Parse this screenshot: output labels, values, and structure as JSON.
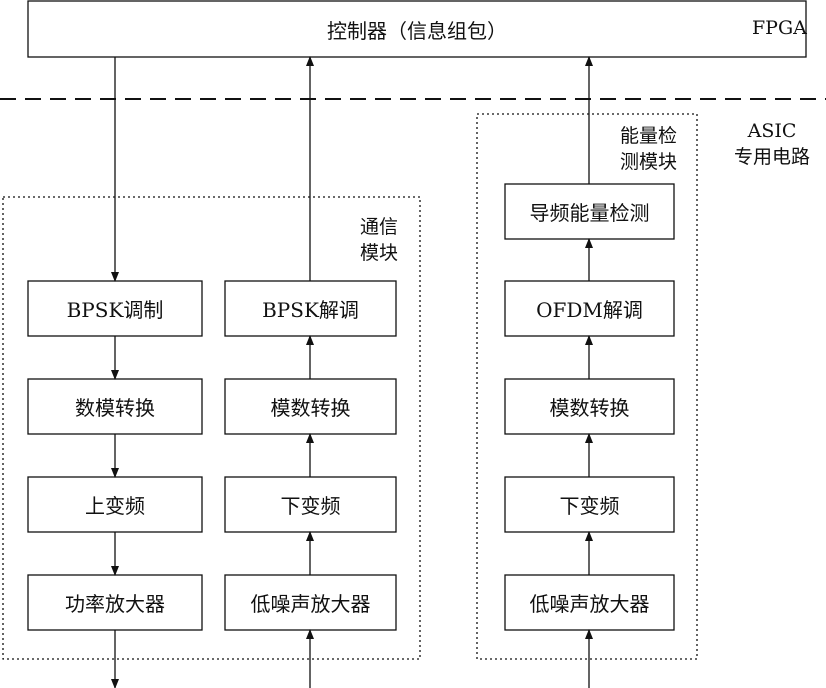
{
  "controller": "控制器（信息组包）",
  "regions": {
    "fpga": "FPGA",
    "asic_line1": "ASIC",
    "asic_line2": "专用电路"
  },
  "modules": {
    "comm_line1": "通信",
    "comm_line2": "模块",
    "energy_line1": "能量检",
    "energy_line2": "测模块"
  },
  "tx_chain": [
    "BPSK调制",
    "数模转换",
    "上变频",
    "功率放大器"
  ],
  "rx_chain": [
    "BPSK解调",
    "模数转换",
    "下变频",
    "低噪声放大器"
  ],
  "energy_chain": [
    "导频能量检测",
    "OFDM解调",
    "模数转换",
    "下变频",
    "低噪声放大器"
  ]
}
